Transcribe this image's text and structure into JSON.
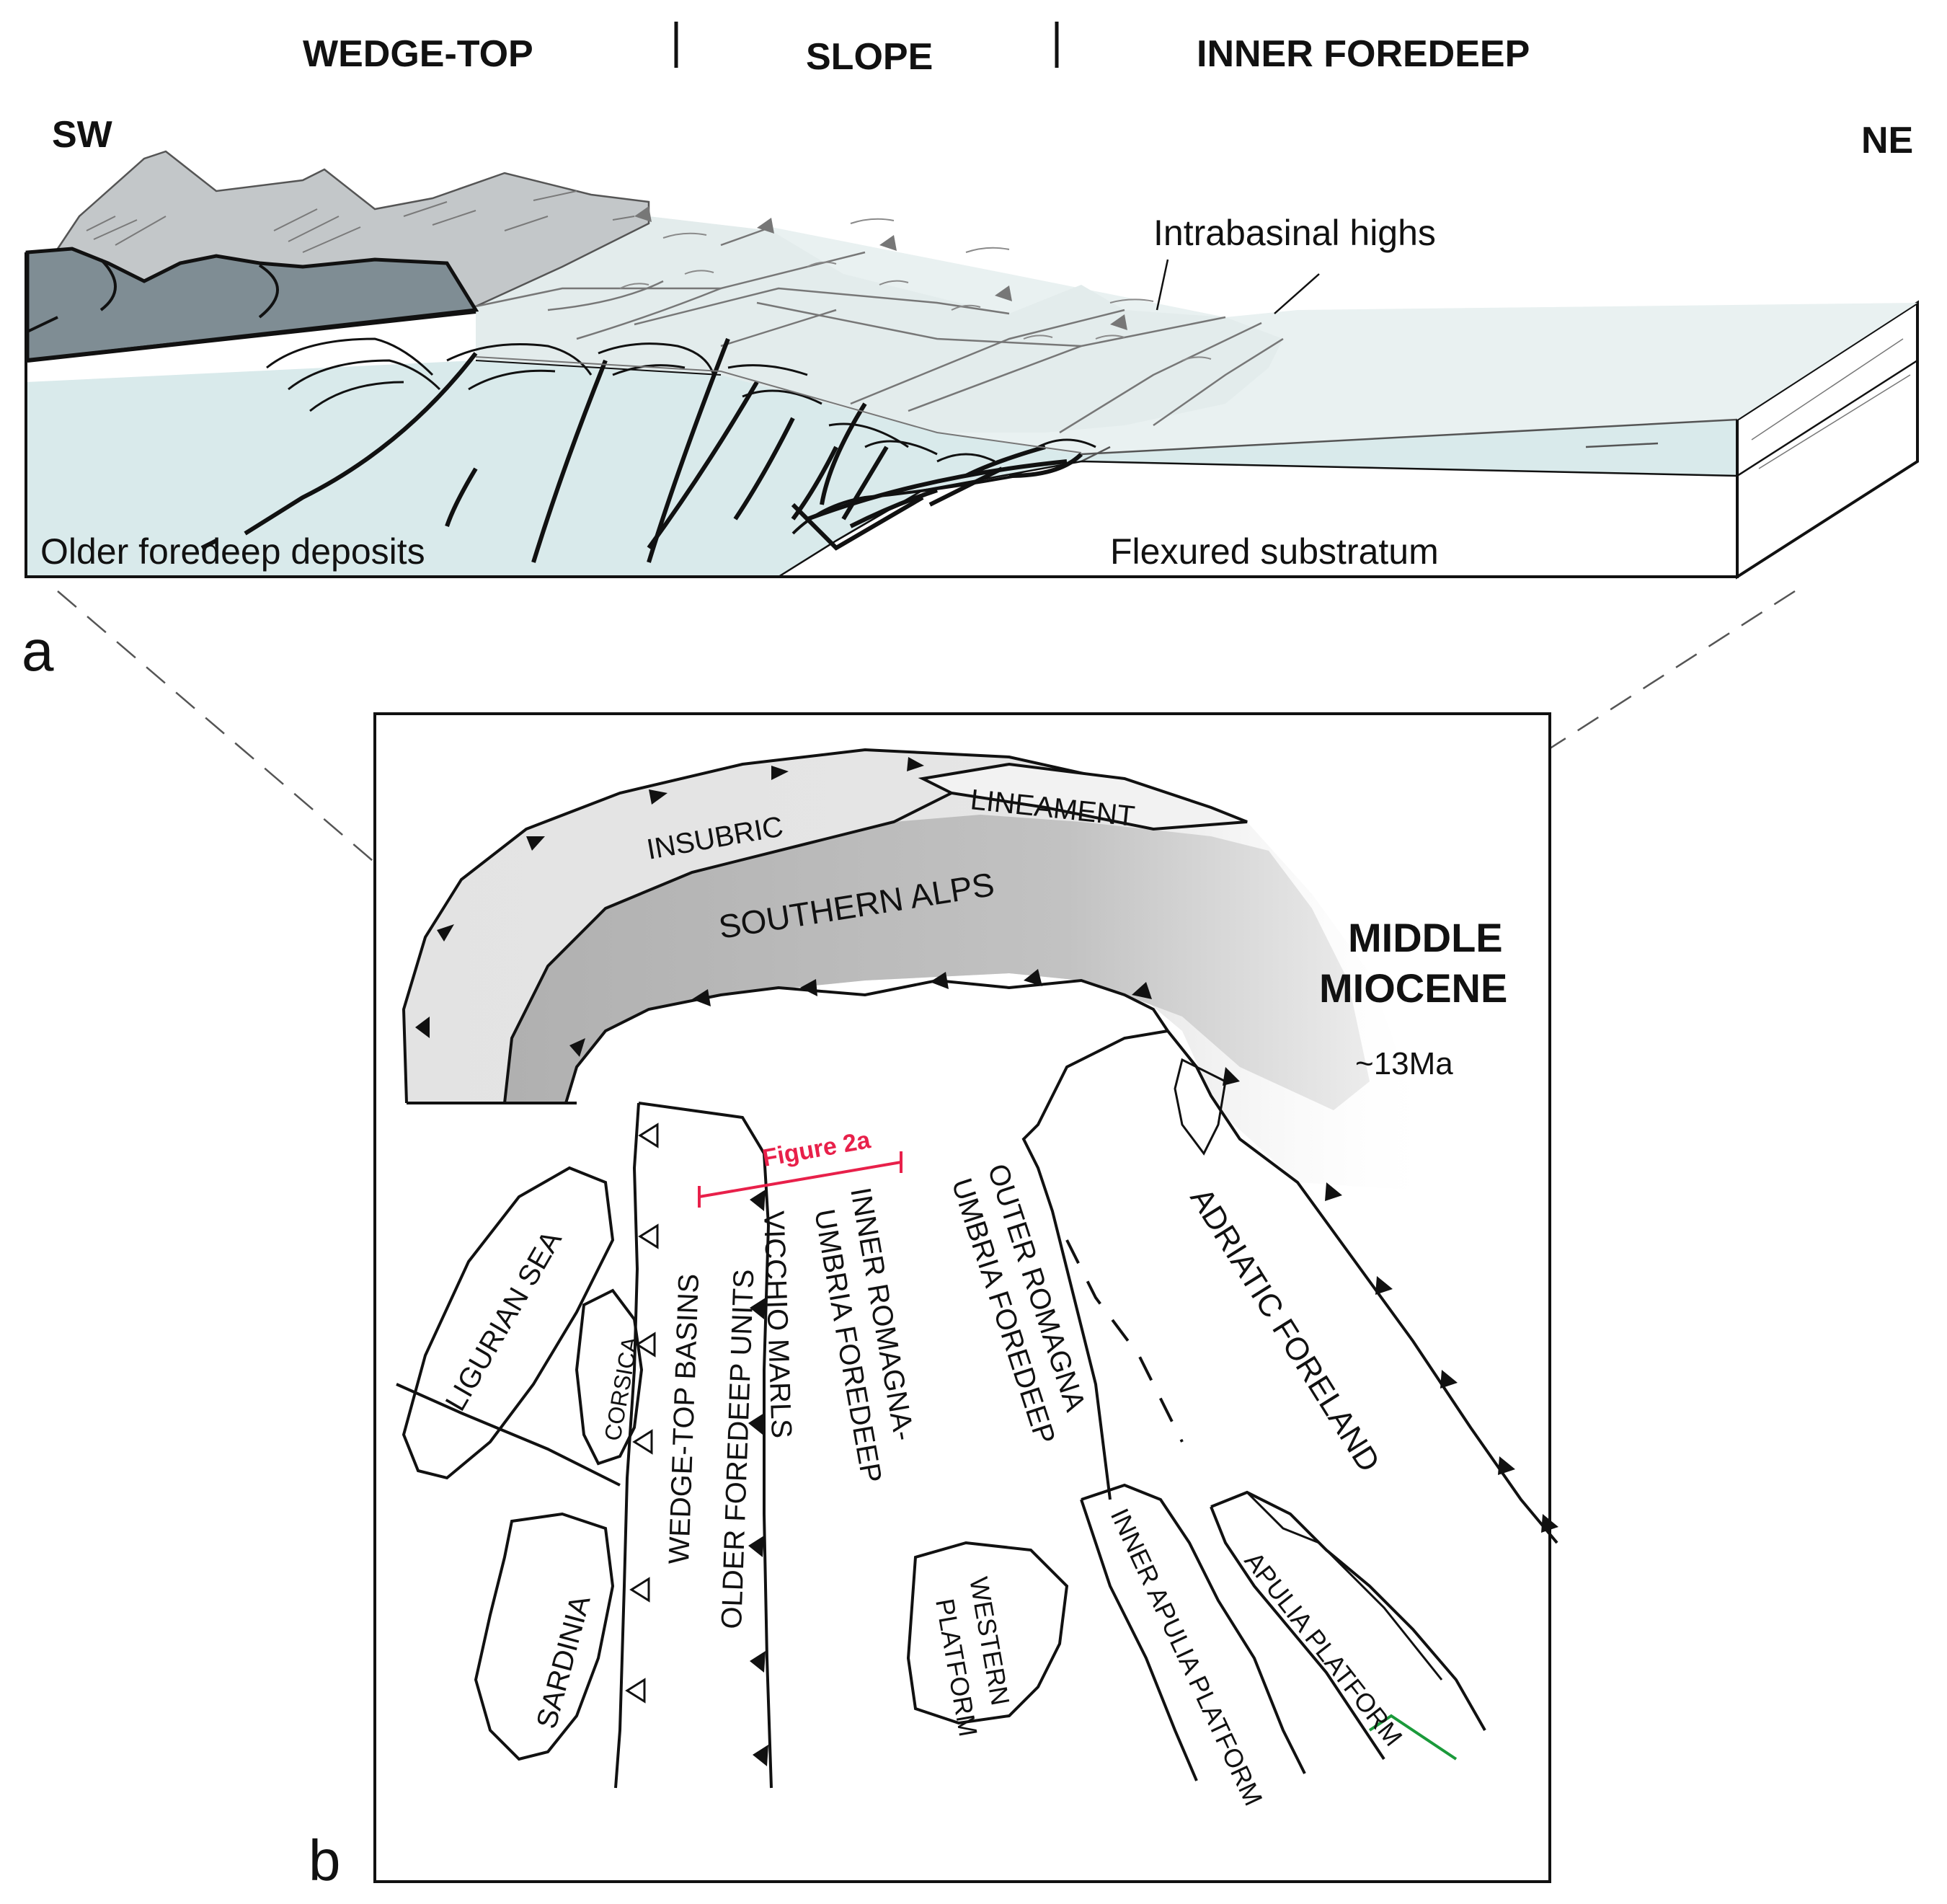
{
  "panel_a": {
    "letter": "a",
    "headers": {
      "wedge_top": "WEDGE-TOP",
      "slope": "SLOPE",
      "inner_foredeep": "INNER FOREDEEP"
    },
    "orientation": {
      "sw": "SW",
      "ne": "NE"
    },
    "labels": {
      "intrabasinal": "Intrabasinal highs",
      "older_foredeep": "Older foredeep deposits",
      "flexured": "Flexured substratum"
    }
  },
  "panel_b": {
    "letter": "b",
    "age_title_1": "MIDDLE",
    "age_title_2": "MIOCENE",
    "age": "~13Ma",
    "figure_ref": "Figure 2a",
    "units": {
      "insubric": "INSUBRIC",
      "lineament": "LINEAMENT",
      "southern_alps": "SOUTHERN ALPS",
      "ligurian_sea": "LIGURIAN SEA",
      "corsica": "CORSICA",
      "sardinia": "SARDINIA",
      "wedge_top_basins": "WEDGE-TOP BASINS",
      "older_foredeep_units": "OLDER FOREDEEP  UNITS",
      "vicchio_marls": "VICCHIO MARLS",
      "inner_romagna_1": "INNER ROMAGNA-",
      "inner_romagna_2": "UMBRIA FOREDEEP",
      "outer_romagna_1": "OUTER ROMAGNA",
      "outer_romagna_2": "UMBRIA FOREDEEP",
      "western_platform_1": "WESTERN",
      "western_platform_2": "PLATFORM",
      "inner_apulia": "INNER APULIA PLATFORM",
      "apulia_platform": "APULIA PLATFORM",
      "adriatic_foreland": "ADRIATIC FORELAND"
    }
  },
  "colors": {
    "dark_wedge": "#7f8d94",
    "light_wedge": "#c4c8cb",
    "slope_fill": "#e8f0f0",
    "foredeep_fill": "#dcebed",
    "alps_dark": "#b5b5b5",
    "alps_light": "#dedede",
    "figure_ref": "#e8204a",
    "green_line": "#1a9a3a"
  }
}
